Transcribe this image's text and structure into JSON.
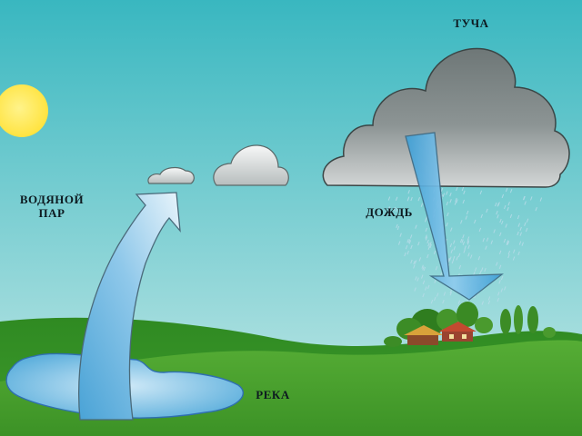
{
  "labels": {
    "cloud": "ТУЧА",
    "vapor_line1": "ВОДЯНОЙ",
    "vapor_line2": "ПАР",
    "rain": "ДОЖДЬ",
    "river": "РЕКА"
  },
  "colors": {
    "sky_top": "#39b7c0",
    "sky_bottom": "#c3e8e6",
    "sun": "#ffe23a",
    "hill_far": "#3f9a2c",
    "hill_near": "#56ad35",
    "cloud_dark": "#6e7777",
    "cloud_light": "#d3d6d6",
    "water": "#5aaedc",
    "arrow_light": "#e8f4fb",
    "arrow_dark": "#4aa3d6"
  },
  "icons": [
    "sun-icon",
    "cloud-icon",
    "arrow-icon",
    "rain-icon",
    "village-icon"
  ]
}
